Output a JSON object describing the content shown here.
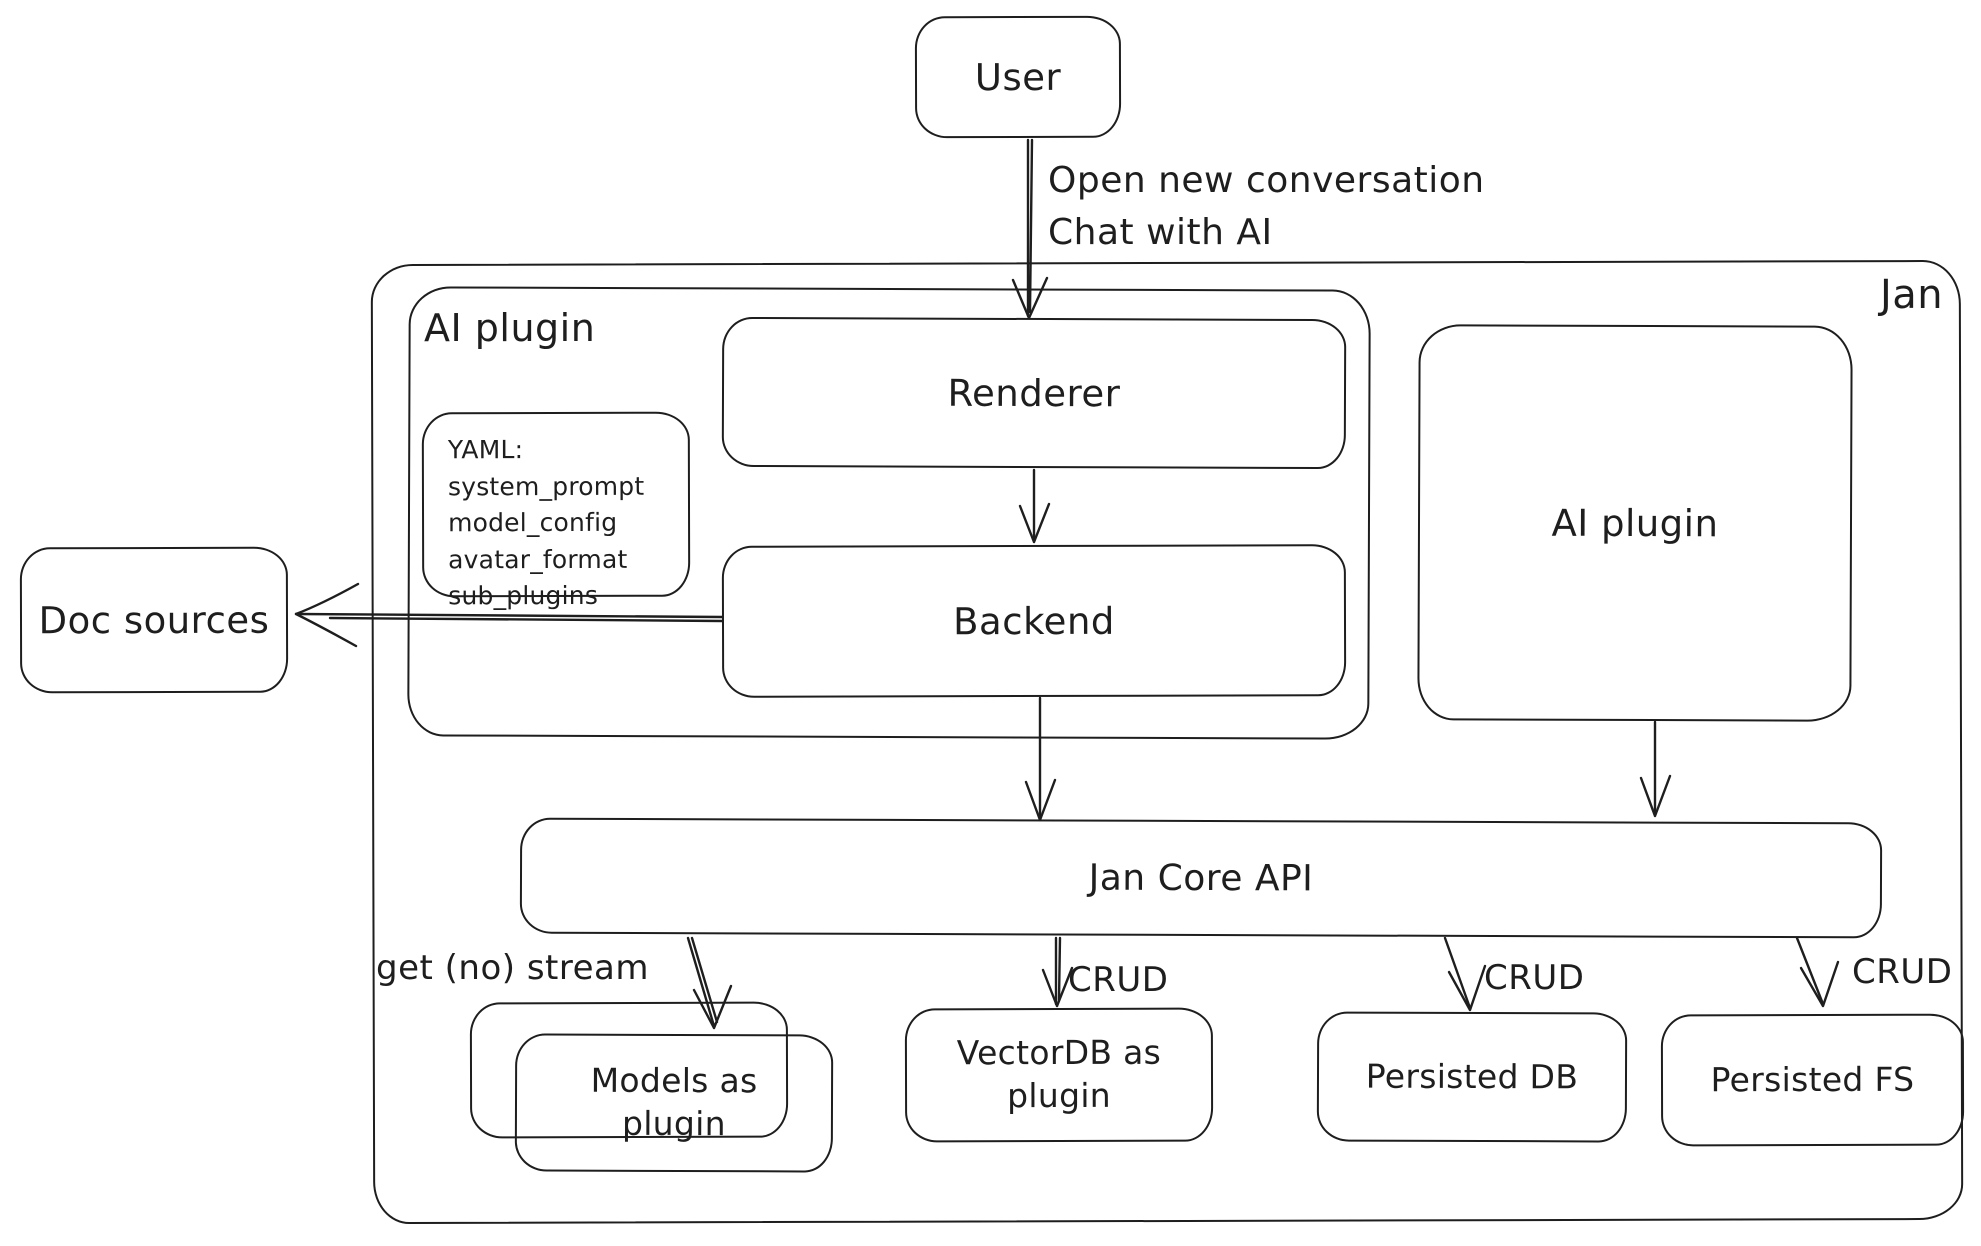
{
  "diagram": {
    "container_label": "Jan",
    "nodes": {
      "user": {
        "label": "User"
      },
      "ai_plugin_left": {
        "label": "AI plugin"
      },
      "renderer": {
        "label": "Renderer"
      },
      "backend": {
        "label": "Backend"
      },
      "ai_plugin_right": {
        "label": "AI plugin"
      },
      "doc_sources": {
        "label": "Doc sources"
      },
      "jan_core_api": {
        "label": "Jan Core API"
      },
      "models_as_plugin": {
        "label": "Models as plugin"
      },
      "vectordb_as_plugin": {
        "label": "VectorDB as plugin"
      },
      "persisted_db": {
        "label": "Persisted DB"
      },
      "persisted_fs": {
        "label": "Persisted FS"
      }
    },
    "yaml_note": {
      "lines": [
        "YAML:",
        "system_prompt",
        "model_config",
        "avatar_format",
        "sub_plugins"
      ]
    },
    "edge_labels": {
      "user_to_renderer_line1": "Open new conversation",
      "user_to_renderer_line2": "Chat with AI",
      "core_to_models": "get (no) stream",
      "core_to_vectordb": "CRUD",
      "core_to_persisted_db": "CRUD",
      "core_to_persisted_fs": "CRUD"
    },
    "colors": {
      "stroke": "#1e1e1e",
      "background": "#ffffff"
    }
  }
}
